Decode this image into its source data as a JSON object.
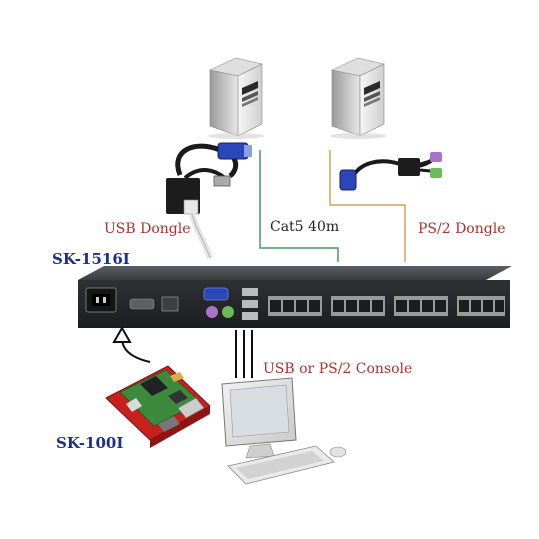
{
  "labels": {
    "usb_dongle": "USB Dongle",
    "cat5": "Cat5 40m",
    "ps2_dongle": "PS/2 Dongle",
    "switch_model": "SK-1516I",
    "console": "USB or PS/2 Console",
    "module_model": "SK-100I"
  },
  "colors": {
    "label_red": "#b0302a",
    "label_blue": "#1c2f8c",
    "cable_green": "#4c9a5c",
    "cable_orange": "#d5a352",
    "switch_body": "#2c2e31",
    "board_red": "#c8201c",
    "board_green": "#3c8a3c"
  },
  "icons": {
    "server_left": "desktop-tower-icon",
    "server_right": "desktop-tower-icon",
    "usb_dongle": "usb-vga-dongle-icon",
    "ps2_dongle": "ps2-vga-dongle-icon",
    "switch": "kvm-switch-icon",
    "console": "monitor-keyboard-mouse-icon",
    "module": "ip-module-board-icon",
    "arrow": "curved-arrow-icon"
  }
}
